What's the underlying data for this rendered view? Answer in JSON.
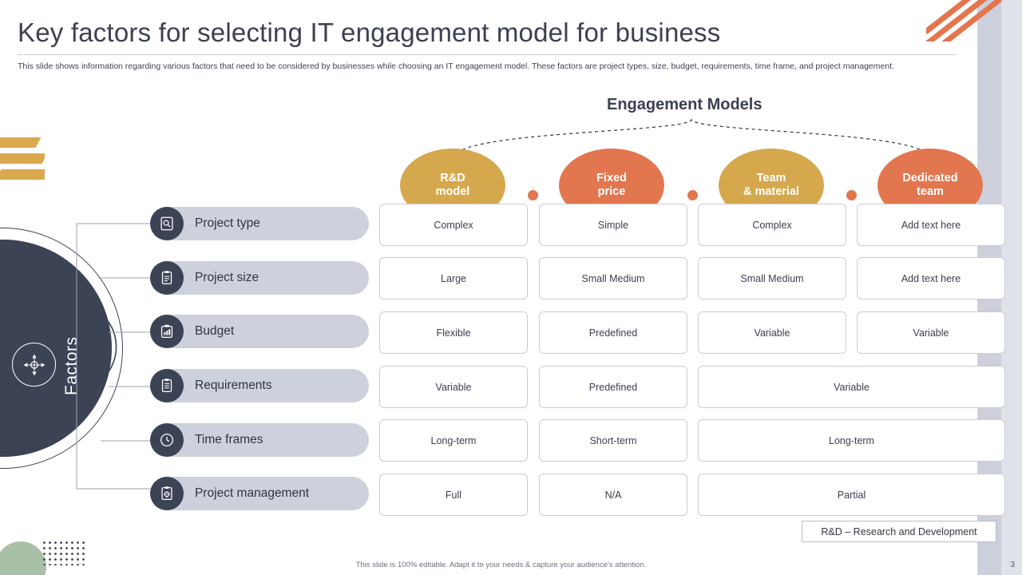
{
  "slide": {
    "title": "Key factors for selecting IT engagement model for business",
    "subtitle": "This slide shows information regarding various factors that need to be considered by businesses while choosing an IT engagement model. These factors are project types, size, budget, requirements, time frame, and project management.",
    "section_heading": "Engagement Models",
    "left_group_label": "Factors",
    "footnote": "R&D – Research and Development",
    "bottom_note": "This slide is 100% editable. Adapt it to your needs & capture your audience's attention.",
    "page_number": "3"
  },
  "colors": {
    "dark": "#3c4355",
    "gold": "#d9a94f",
    "orange": "#e2764f",
    "pill": "#ccd1dc",
    "border": "#c9cdd8"
  },
  "models": [
    {
      "line1": "R&D",
      "line2": "model",
      "color": "#d5a84e"
    },
    {
      "line1": "Fixed",
      "line2": "price",
      "color": "#e2764f"
    },
    {
      "line1": "Team",
      "line2": "& material",
      "color": "#d5a84e"
    },
    {
      "line1": "Dedicated",
      "line2": "team",
      "color": "#e2764f"
    }
  ],
  "factors": [
    {
      "label": "Project type",
      "icon": "project-type-icon"
    },
    {
      "label": "Project size",
      "icon": "project-size-icon"
    },
    {
      "label": "Budget",
      "icon": "budget-chart-icon"
    },
    {
      "label": "Requirements",
      "icon": "requirements-document-icon"
    },
    {
      "label": "Time frames",
      "icon": "clock-icon"
    },
    {
      "label": "Project management",
      "icon": "project-management-gear-icon"
    }
  ],
  "rows": [
    {
      "cells": [
        {
          "text": "Complex",
          "span": 1
        },
        {
          "text": "Simple",
          "span": 1
        },
        {
          "text": "Complex",
          "span": 1
        },
        {
          "text": "Add text here",
          "span": 1
        }
      ]
    },
    {
      "cells": [
        {
          "text": "Large",
          "span": 1
        },
        {
          "text": "Small Medium",
          "span": 1
        },
        {
          "text": "Small Medium",
          "span": 1
        },
        {
          "text": "Add text here",
          "span": 1
        }
      ]
    },
    {
      "cells": [
        {
          "text": "Flexible",
          "span": 1
        },
        {
          "text": "Predefined",
          "span": 1
        },
        {
          "text": "Variable",
          "span": 1
        },
        {
          "text": "Variable",
          "span": 1
        }
      ]
    },
    {
      "cells": [
        {
          "text": "Variable",
          "span": 1
        },
        {
          "text": "Predefined",
          "span": 1
        },
        {
          "text": "Variable",
          "span": 2
        }
      ]
    },
    {
      "cells": [
        {
          "text": "Long-term",
          "span": 1
        },
        {
          "text": "Short-term",
          "span": 1
        },
        {
          "text": "Long-term",
          "span": 2
        }
      ]
    },
    {
      "cells": [
        {
          "text": "Full",
          "span": 1
        },
        {
          "text": "N/A",
          "span": 1
        },
        {
          "text": "Partial",
          "span": 2
        }
      ]
    }
  ]
}
